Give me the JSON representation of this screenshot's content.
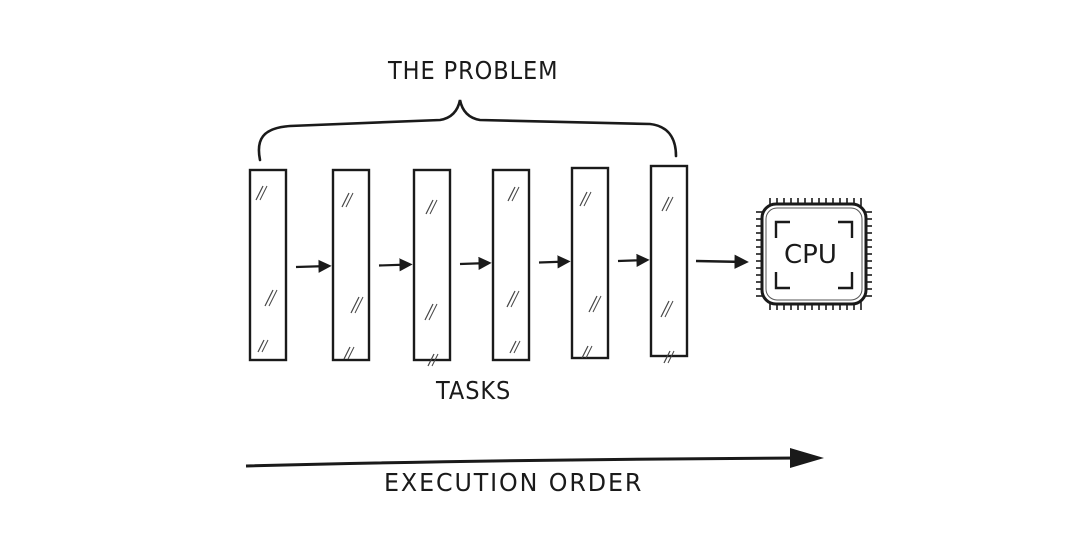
{
  "diagram": {
    "title": "THE PROBLEM",
    "tasks_label": "TASKS",
    "cpu_label": "CPU",
    "execution_label": "EXECUTION ORDER",
    "task_count": 6,
    "colors": {
      "ink": "#1a1a1a",
      "background": "#ffffff"
    }
  }
}
